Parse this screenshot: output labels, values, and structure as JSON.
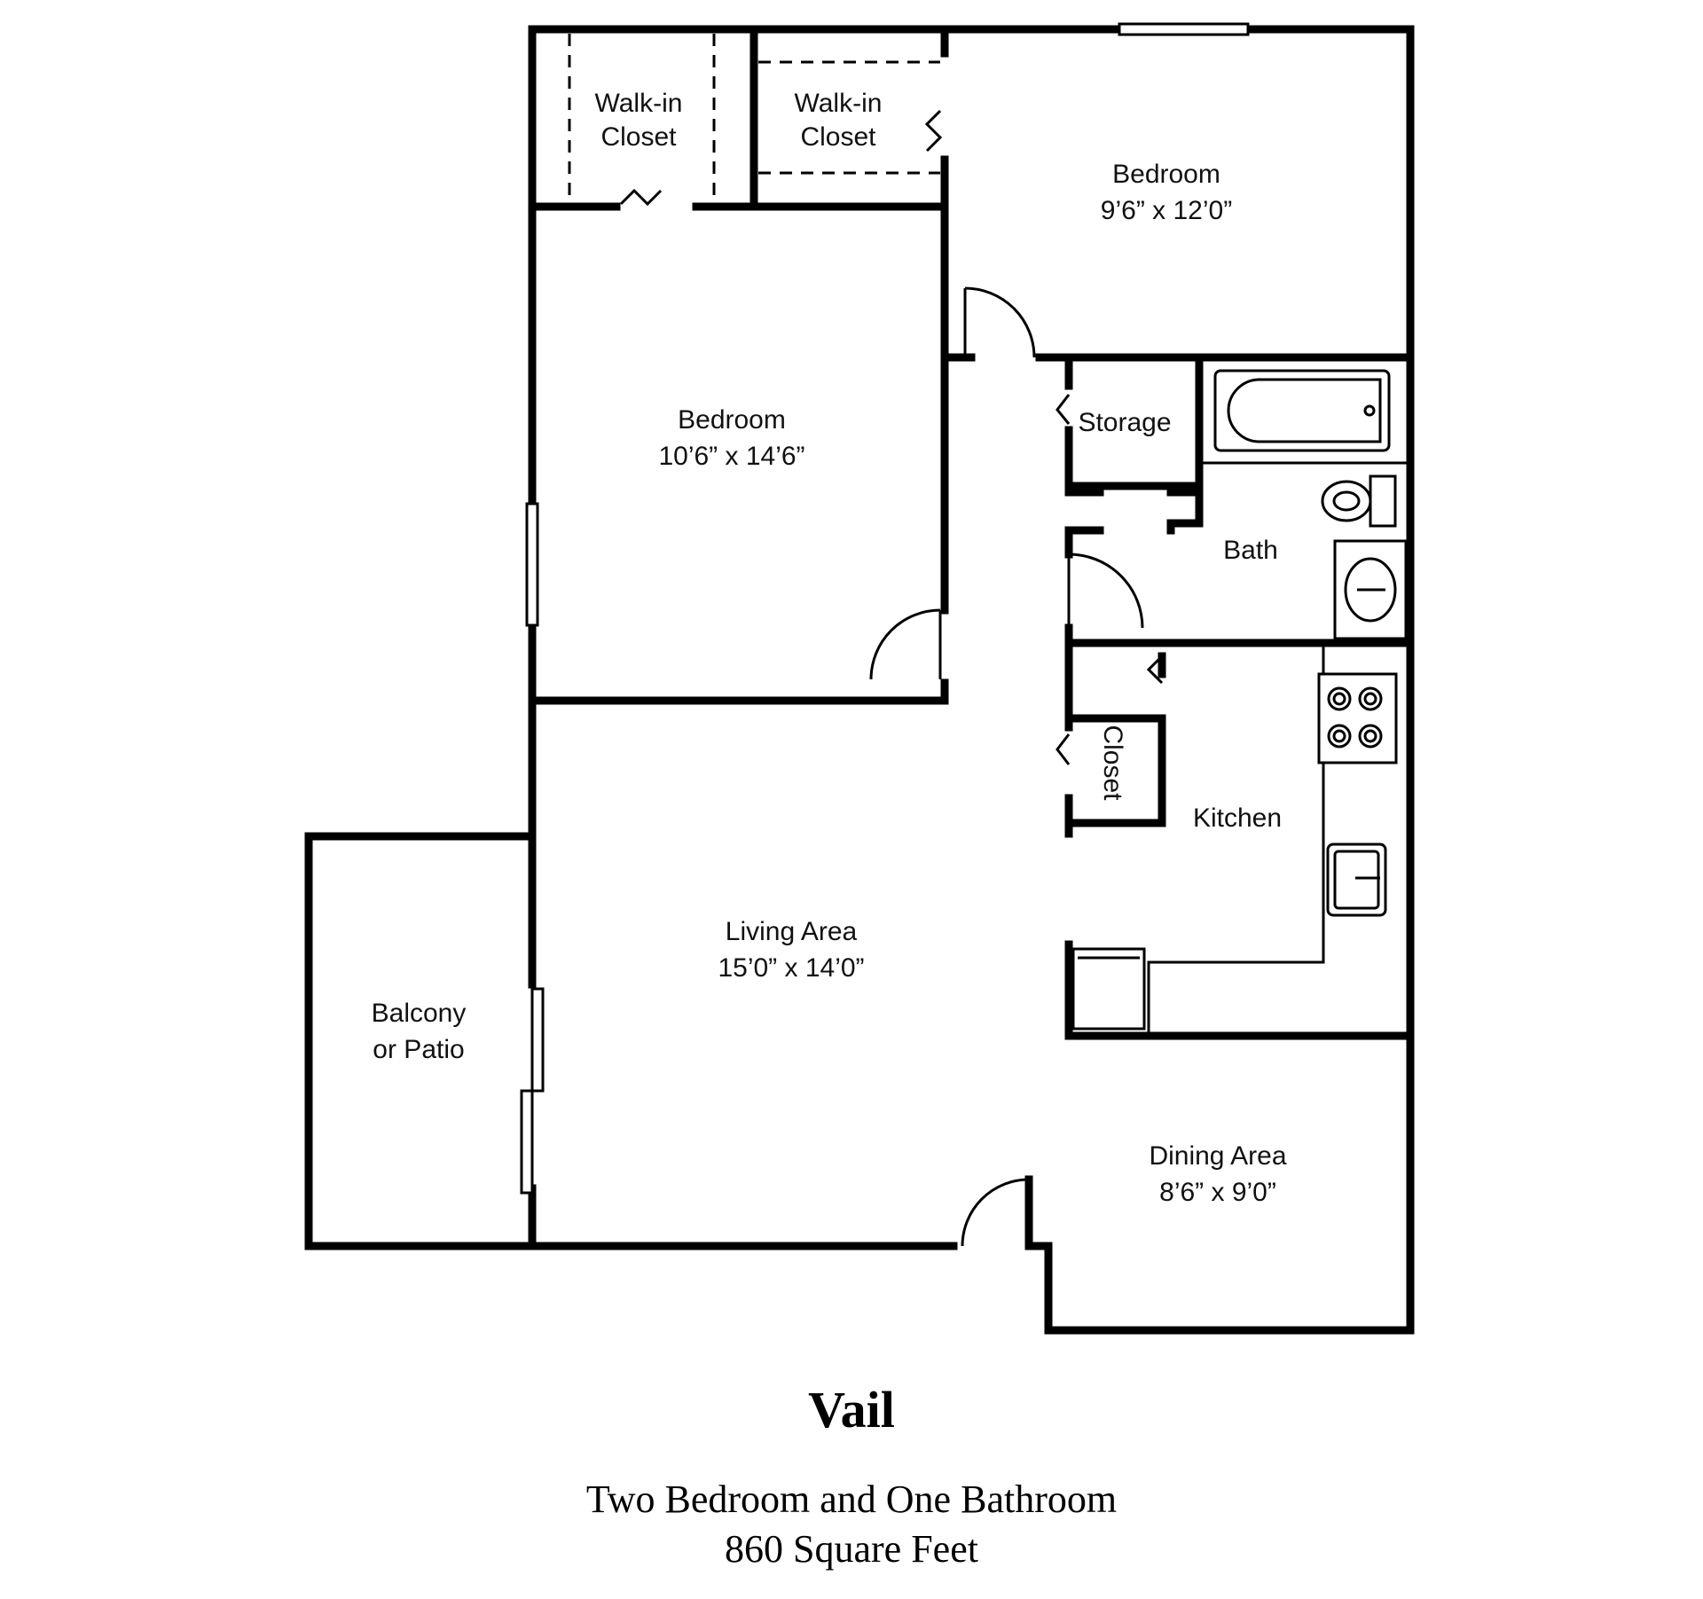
{
  "plan": {
    "title": "Vail",
    "subtitle": "Two Bedroom and One Bathroom",
    "area": "860 Square Feet"
  },
  "rooms": {
    "walkin_closet_1": {
      "line1": "Walk-in",
      "line2": "Closet"
    },
    "walkin_closet_2": {
      "line1": "Walk-in",
      "line2": "Closet"
    },
    "bedroom_2": {
      "name": "Bedroom",
      "size": "9’6” x 12’0”"
    },
    "bedroom_1": {
      "name": "Bedroom",
      "size": "10’6” x 14’6”"
    },
    "storage": {
      "name": "Storage"
    },
    "bath": {
      "name": "Bath"
    },
    "closet": {
      "name": "Closet"
    },
    "kitchen": {
      "name": "Kitchen"
    },
    "living": {
      "name": "Living Area",
      "size": "15’0” x 14’0”"
    },
    "balcony": {
      "line1": "Balcony",
      "line2": "or Patio"
    },
    "dining": {
      "name": "Dining Area",
      "size": "8’6” x 9’0”"
    }
  }
}
